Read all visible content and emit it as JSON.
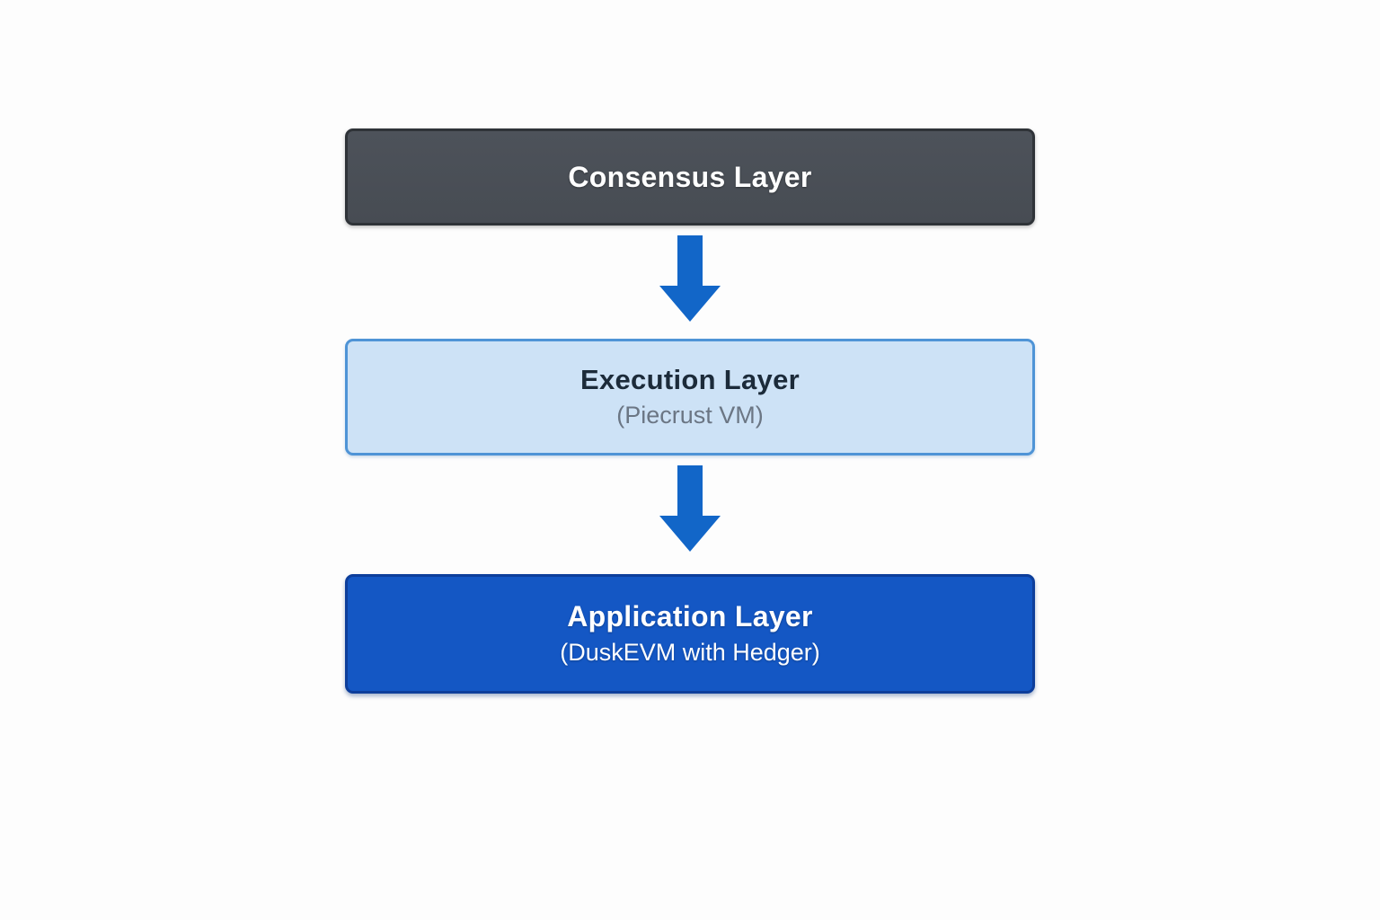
{
  "diagram": {
    "layers": [
      {
        "id": "consensus",
        "title": "Consensus Layer",
        "subtitle": ""
      },
      {
        "id": "execution",
        "title": "Execution Layer",
        "subtitle": "(Piecrust VM)"
      },
      {
        "id": "application",
        "title": "Application Layer",
        "subtitle": "(DuskEVM with Hedger)"
      }
    ],
    "connectors": [
      {
        "from": "consensus",
        "to": "execution",
        "icon": "down-arrow-icon"
      },
      {
        "from": "execution",
        "to": "application",
        "icon": "down-arrow-icon"
      }
    ]
  },
  "colors": {
    "page-bg": "#fdfdfd",
    "consensus-bg": "#4a4f56",
    "consensus-border": "#2f3338",
    "consensus-text": "#ffffff",
    "execution-bg": "#cde2f6",
    "execution-border": "#4f94d6",
    "execution-title": "#1c2b3a",
    "execution-subtitle": "#6b7684",
    "application-bg": "#1457c4",
    "application-border": "#0d3e9b",
    "application-text": "#ffffff",
    "arrow": "#1266c8"
  }
}
